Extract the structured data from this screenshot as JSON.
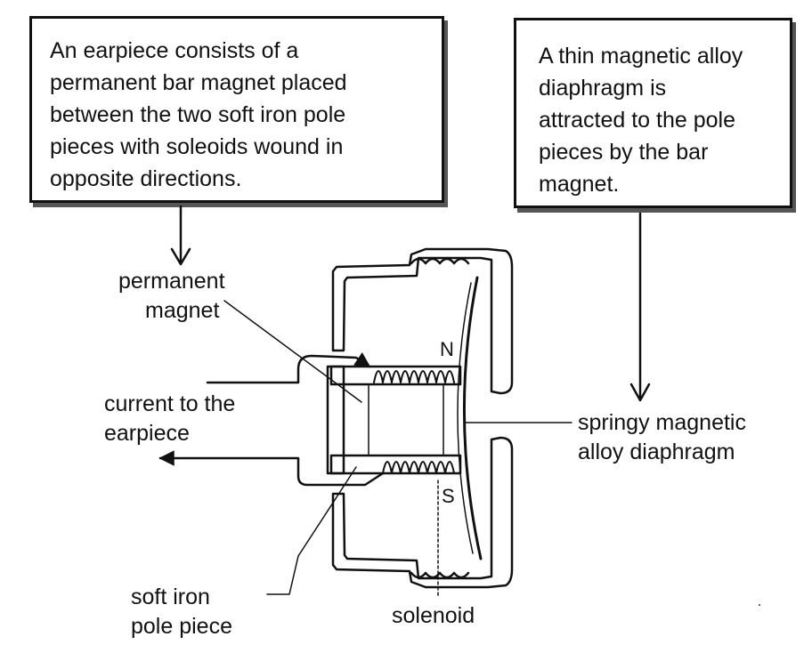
{
  "callouts": {
    "left": {
      "lines": [
        "An earpiece consists of a",
        "permanent bar magnet placed",
        "between the two soft iron pole",
        "pieces with soleoids wound in",
        "opposite directions."
      ]
    },
    "right": {
      "lines": [
        "A thin magnetic alloy",
        "diaphragm is",
        "attracted to the pole",
        "pieces by the bar",
        "magnet."
      ]
    }
  },
  "labels": {
    "permanent_magnet": [
      "permanent",
      "magnet"
    ],
    "current": [
      "current to the",
      "earpiece"
    ],
    "diaphragm": [
      "springy magnetic",
      "alloy diaphragm"
    ],
    "soft_iron": [
      "soft iron",
      "pole piece"
    ],
    "solenoid": "solenoid",
    "pole_north": "N",
    "pole_south": "S"
  }
}
